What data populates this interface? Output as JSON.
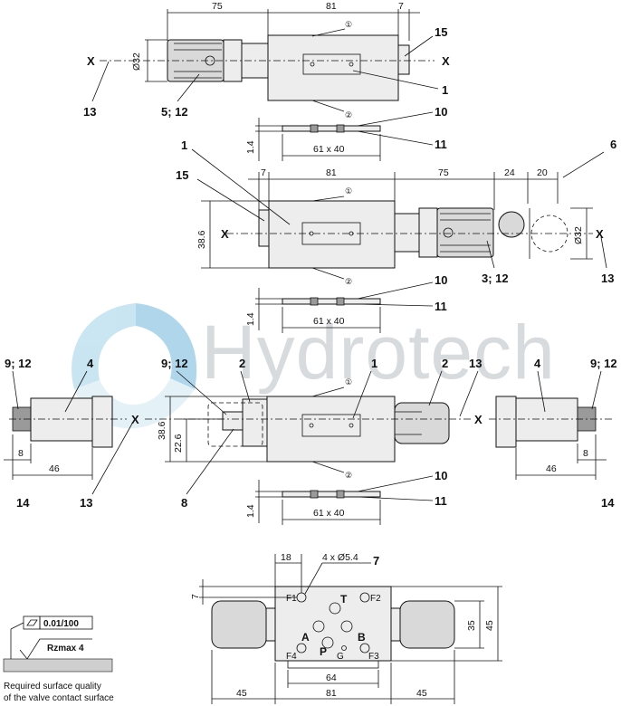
{
  "watermark": {
    "brand": "Hydrotech"
  },
  "view1": {
    "dims": {
      "d75": "75",
      "d81": "81",
      "d7": "7",
      "dia": "Ø32"
    },
    "labels": {
      "l15": "15",
      "l1": "1",
      "l13": "13",
      "l512": "5; 12",
      "c1": "①",
      "c2": "②",
      "x": "X"
    }
  },
  "plate1": {
    "d14": "1.4",
    "d6140": "61 x 40",
    "l10": "10",
    "l11": "11"
  },
  "view2": {
    "dims": {
      "d7": "7",
      "d81": "81",
      "d75": "75",
      "d24": "24",
      "d20": "20",
      "d386": "38.6",
      "dia": "Ø32"
    },
    "labels": {
      "l1": "1",
      "l15": "15",
      "l6": "6",
      "l13": "13",
      "l312": "3; 12",
      "c1": "①",
      "c2": "②",
      "x": "X"
    }
  },
  "plate2": {
    "d14": "1.4",
    "d6140": "61 x 40",
    "l10": "10",
    "l11": "11"
  },
  "view3": {
    "dims": {
      "d386": "38.6",
      "d226": "22.6",
      "d8l": "8",
      "d46l": "46",
      "d8r": "8",
      "d46r": "46"
    },
    "labels": {
      "l912a": "9; 12",
      "l4a": "4",
      "l912b": "9; 12",
      "l2a": "2",
      "l1": "1",
      "l2b": "2",
      "l13a": "13",
      "l4b": "4",
      "l912c": "9; 12",
      "l14a": "14",
      "l13b": "13",
      "l8": "8",
      "l14b": "14",
      "c1": "①",
      "c2": "②",
      "x": "X"
    }
  },
  "plate3": {
    "d14": "1.4",
    "d6140": "61 x 40",
    "l10": "10",
    "l11": "11"
  },
  "view4": {
    "dims": {
      "d18": "18",
      "holes": "4 x Ø5.4",
      "d7": "7",
      "d35": "35",
      "d45": "45",
      "d64": "64",
      "d45b": "45",
      "d81": "81",
      "d45c": "45"
    },
    "labels": {
      "l7": "7"
    },
    "ports": {
      "t": "T",
      "a": "A",
      "p": "P",
      "b": "B",
      "f1": "F1",
      "f2": "F2",
      "f3": "F3",
      "f4": "F4",
      "g": "G"
    }
  },
  "surface": {
    "tolerance": "0.01/100",
    "roughness": "Rzmax 4",
    "caption1": "Required surface quality",
    "caption2": "of the valve contact surface"
  }
}
